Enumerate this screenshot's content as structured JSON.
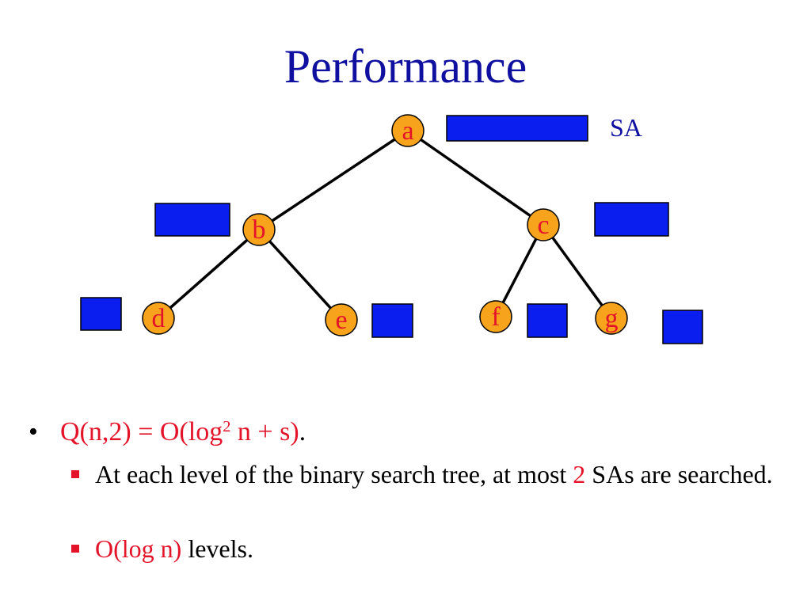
{
  "title": "Performance",
  "colors": {
    "title": "#1010a0",
    "node_fill": "#f7a31c",
    "node_label": "#e3142a",
    "sa_fill": "#0a1ef0",
    "sa_label": "#1010a0",
    "edge": "#000000",
    "emphasis": "#e3142a",
    "bullet_marker": "#e3142a"
  },
  "diagram": {
    "sa_label": "SA",
    "nodes": [
      {
        "id": "a",
        "label": "a"
      },
      {
        "id": "b",
        "label": "b"
      },
      {
        "id": "c",
        "label": "c"
      },
      {
        "id": "d",
        "label": "d"
      },
      {
        "id": "e",
        "label": "e"
      },
      {
        "id": "f",
        "label": "f"
      },
      {
        "id": "g",
        "label": "g"
      }
    ],
    "edges": [
      [
        "a",
        "b"
      ],
      [
        "a",
        "c"
      ],
      [
        "b",
        "d"
      ],
      [
        "b",
        "e"
      ],
      [
        "c",
        "f"
      ],
      [
        "c",
        "g"
      ]
    ]
  },
  "bullets": {
    "main": {
      "marker": "•",
      "q_prefix": "Q(n,2) = O(log",
      "q_exp": "2",
      "q_suffix": " n + s)",
      "end": "."
    },
    "sub1": {
      "pre": "At each level of the binary search tree, at most ",
      "emph": "2",
      "post": " SAs are searched."
    },
    "sub2": {
      "emph": "O(log n)",
      "post": " levels."
    }
  }
}
